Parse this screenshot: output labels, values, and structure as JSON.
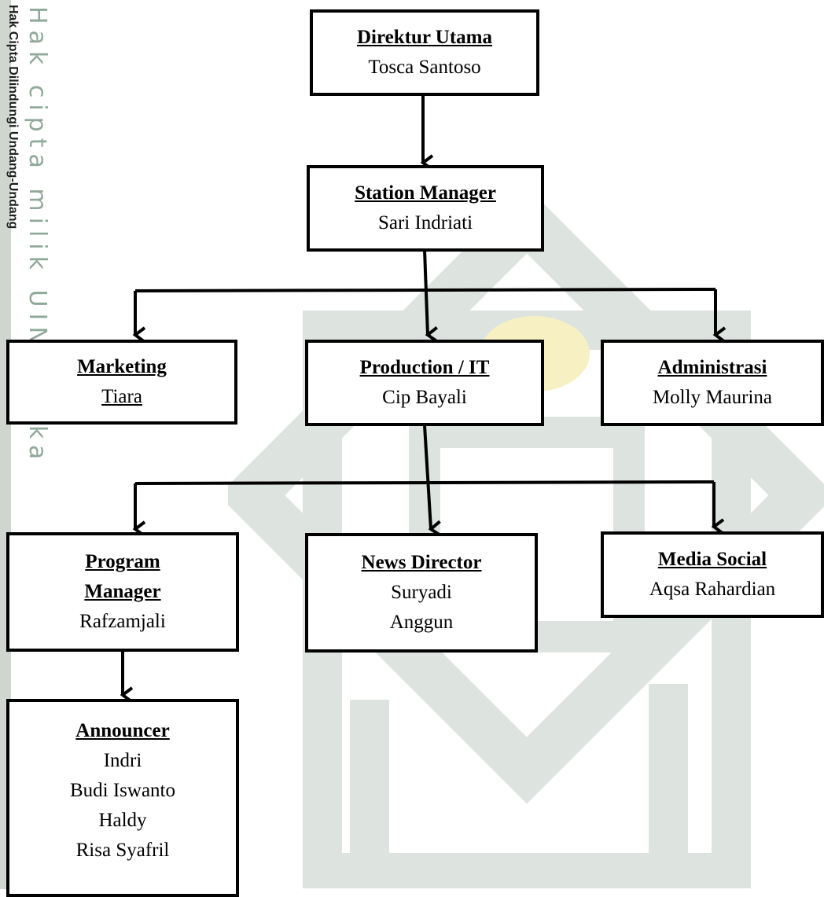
{
  "side_caption": "Hak Cipta Dilindungi Undang-Undang",
  "watermark_caption": "Hak cipta milik UIN Suska",
  "org_chart": {
    "direktur_utama": {
      "title": "Direktur Utama",
      "names": [
        "Tosca Santoso"
      ]
    },
    "station_manager": {
      "title": "Station Manager",
      "names": [
        "Sari Indriati"
      ]
    },
    "marketing": {
      "title": "Marketing",
      "names": [
        "Tiara"
      ]
    },
    "production_it": {
      "title": "Production / IT",
      "names": [
        "Cip Bayali"
      ]
    },
    "administrasi": {
      "title": "Administrasi",
      "names": [
        "Molly Maurina"
      ]
    },
    "program_manager": {
      "title_lines": [
        "Program",
        "Manager"
      ],
      "names": [
        "Rafzamjali"
      ]
    },
    "news_director": {
      "title": "News Director",
      "names": [
        "Suryadi",
        "Anggun"
      ]
    },
    "media_social": {
      "title": "Media Social",
      "names": [
        "Aqsa Rahardian"
      ]
    },
    "announcer": {
      "title": "Announcer",
      "names": [
        "Indri",
        "Budi Iswanto",
        "Haldy",
        "Risa Syafril"
      ]
    }
  }
}
